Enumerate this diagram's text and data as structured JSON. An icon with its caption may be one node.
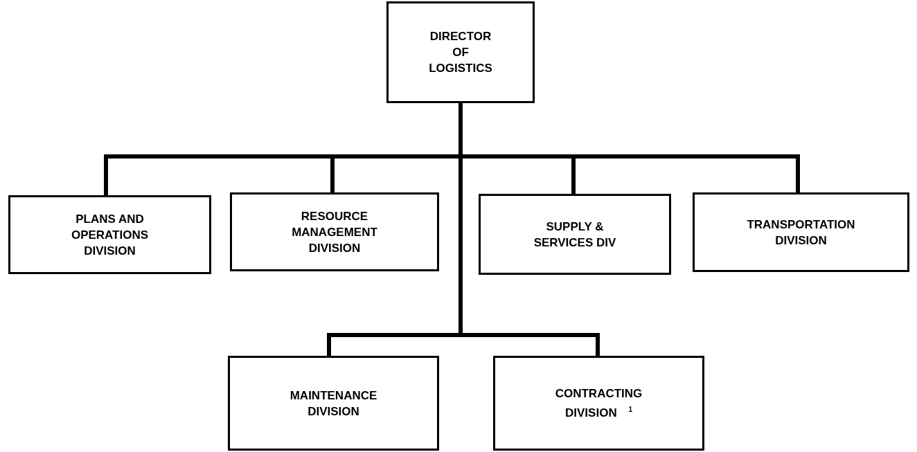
{
  "diagram": {
    "nodes": [
      {
        "text": [
          "DIRECTOR OF LOGISTICS"
        ]
      },
      {
        "text": [
          "PLANS AND OPERATIONS DIVISION"
        ]
      },
      {
        "text": [
          "RESOURCE MANAGEMENT DIVISION"
        ]
      },
      {
        "text": [
          "SUPPLY & SERVICES DIV"
        ]
      },
      {
        "text": [
          "TRANSPORTATION DIVISION"
        ]
      },
      {
        "text": [
          "MAINTENANCE DIVISION"
        ]
      },
      {
        "text": [
          "CONTRACTING DIVISION $^{1}$"
        ]
      }
    ],
    "edges": [
      {
        "from": 0,
        "to": 1,
        "arrow": "none"
      },
      {
        "from": 0,
        "to": 2,
        "arrow": "none"
      },
      {
        "from": 0,
        "to": 3,
        "arrow": "none"
      },
      {
        "from": 0,
        "to": 4,
        "arrow": "none"
      },
      {
        "from": 0,
        "to": 5,
        "arrow": "none"
      },
      {
        "from": 0,
        "to": 6,
        "arrow": "none"
      }
    ]
  }
}
